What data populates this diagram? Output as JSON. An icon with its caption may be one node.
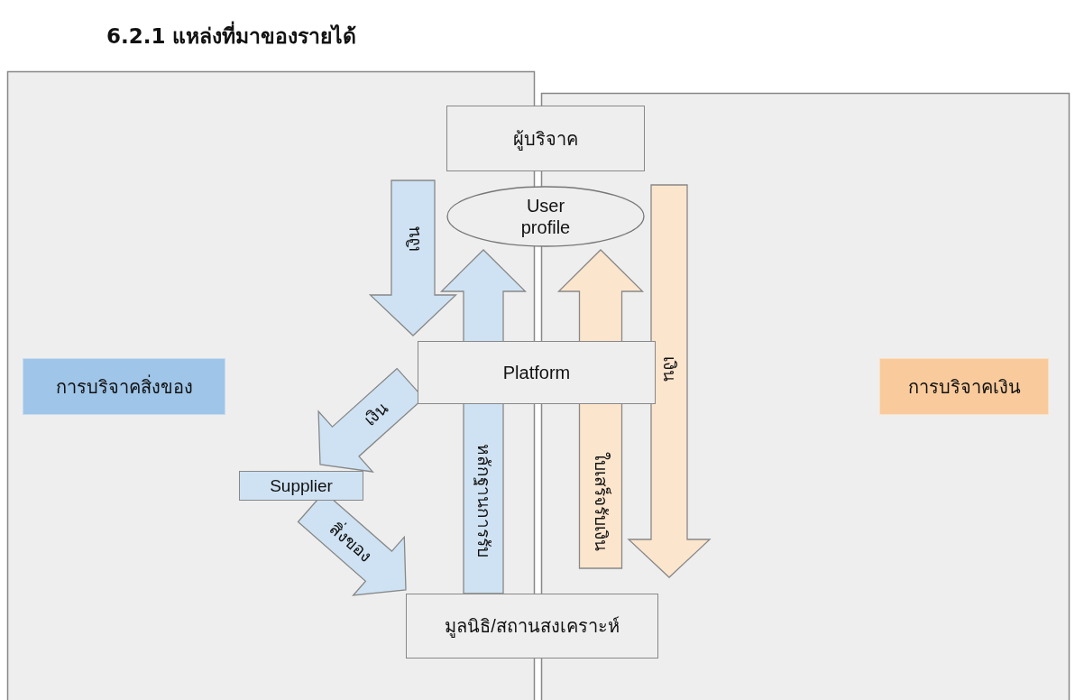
{
  "diagram": {
    "title": "6.2.1 แหล่งที่มาของรายได้",
    "nodes": [
      {
        "text": [
          "ผู้บริจาค"
        ]
      },
      {
        "text": [
          "User profile"
        ]
      },
      {
        "text": [
          "Platform"
        ]
      },
      {
        "text": [
          "Supplier"
        ]
      },
      {
        "text": [
          "มูลนิธิ/สถานสงเคราะห์"
        ]
      },
      {
        "text": [
          "การบริจาคสิ่งของ"
        ]
      },
      {
        "text": [
          "การบริจาคเงิน"
        ]
      }
    ],
    "edges": [
      {
        "from": 0,
        "to": 2,
        "arrow": "to",
        "label": "เงิน"
      },
      {
        "from": 2,
        "to": 3,
        "arrow": "to",
        "label": "เงิน"
      },
      {
        "from": 3,
        "to": 4,
        "arrow": "to",
        "label": "สิ่งของ"
      },
      {
        "from": 4,
        "to": 1,
        "arrow": "to",
        "label": "หลักฐานการรับ"
      },
      {
        "from": 4,
        "to": 1,
        "arrow": "to",
        "label": "ใบเสร็จรับเงิน",
        "color": "#fce5cd"
      },
      {
        "from": 0,
        "to": 4,
        "arrow": "to",
        "label": "เงิน",
        "color": "#fce5cd"
      }
    ]
  }
}
